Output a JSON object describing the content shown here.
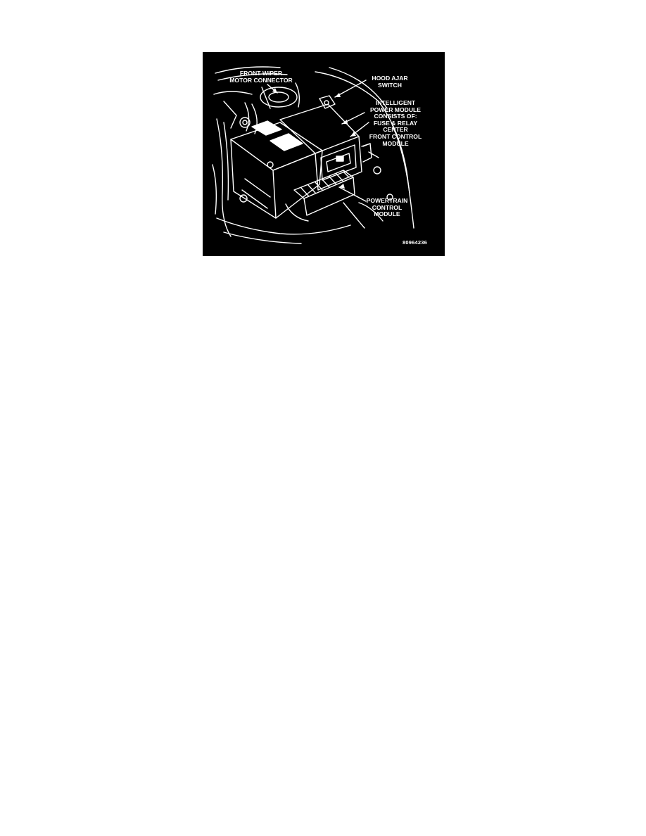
{
  "figure": {
    "background": "#000000",
    "line_color": "#ffffff",
    "labels": {
      "front_wiper": "FRONT WIPER\nMOTOR CONNECTOR",
      "hood_ajar": "HOOD AJAR\nSWITCH",
      "ipm": "INTELLIGENT\nPOWER MODULE\nCONSISTS OF:\nFUSE & RELAY\nCENTER\nFRONT CONTROL\nMODULE",
      "pcm": "POWERTRAIN\nCONTROL\nMODULE"
    },
    "figure_id": "80964236"
  }
}
